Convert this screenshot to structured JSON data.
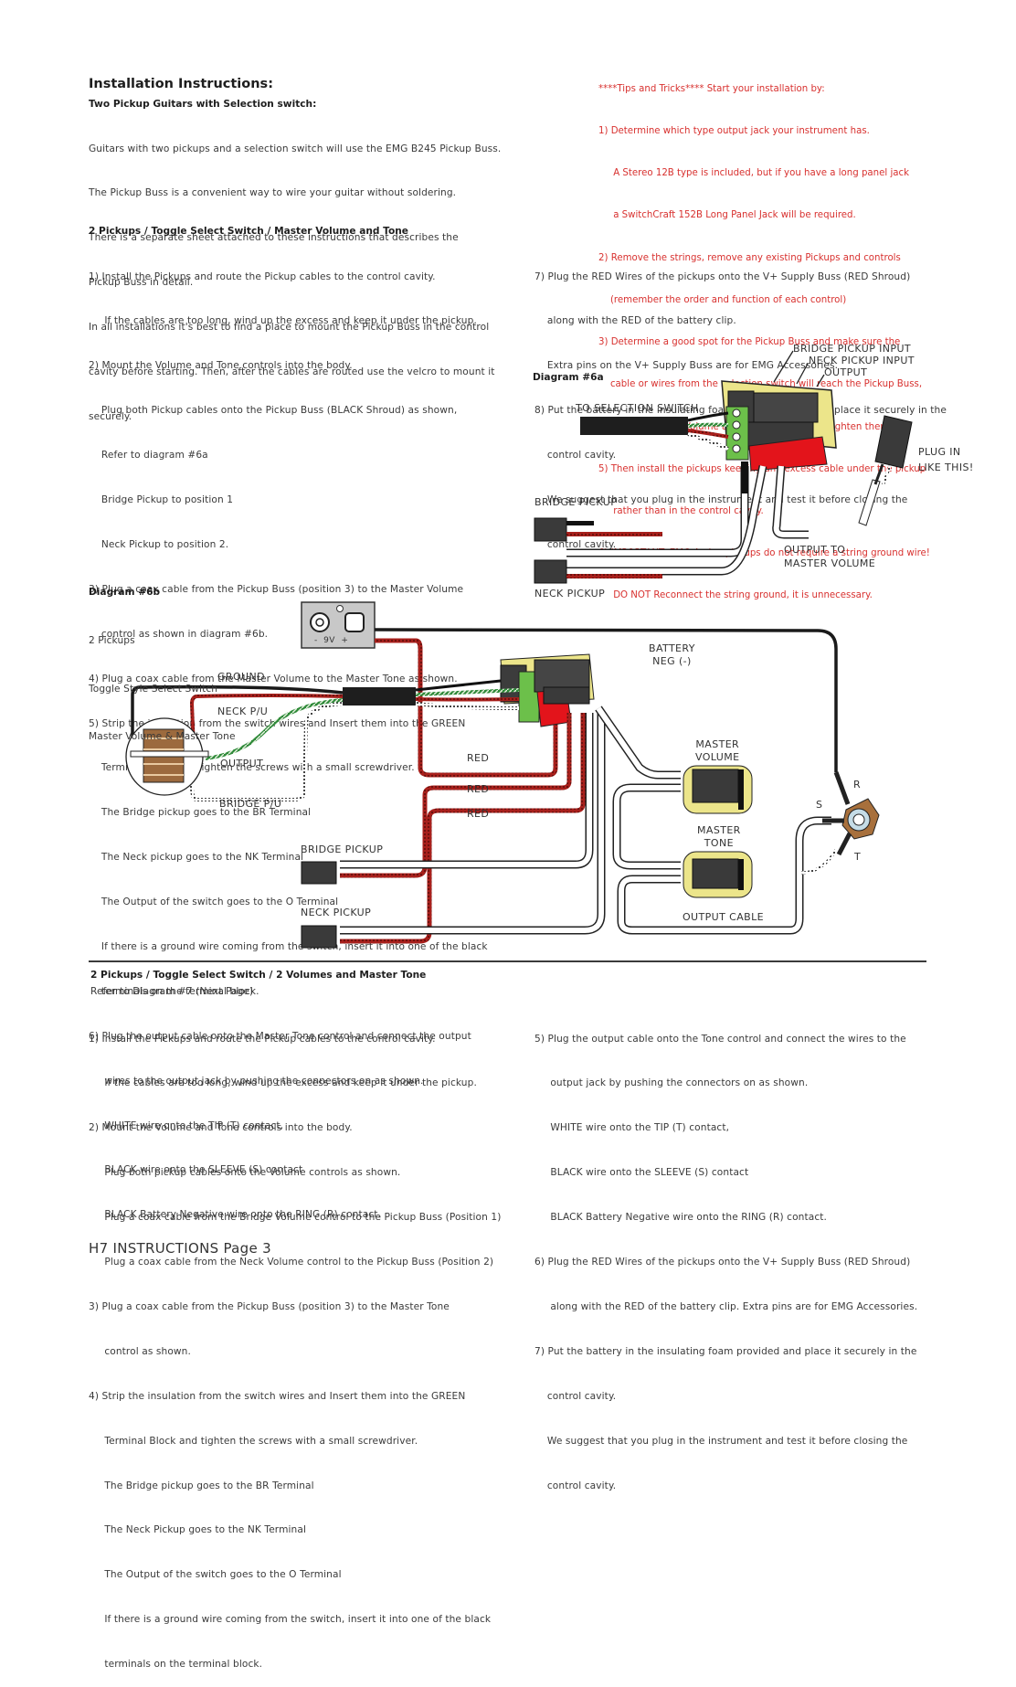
{
  "intro": {
    "title": "Installation Instructions:",
    "subtitle": "Two Pickup Guitars with Selection switch:",
    "lines": [
      "Guitars with two pickups and a selection switch will use the EMG B245 Pickup Buss.",
      "The Pickup Buss is a convenient way to wire your guitar without soldering.",
      "There is a separate sheet attached to these instructions that describes the",
      "Pickup Buss in detail.",
      "In all installations it's best to find a place to mount the Pickup Buss in the control",
      "cavity before starting. Then, after the cables are routed use the velcro to mount it",
      "securely."
    ]
  },
  "tips": {
    "lines": [
      "****Tips and Tricks**** Start your installation by:",
      "1) Determine which type output jack your instrument has.",
      "     A Stereo 12B type is included, but if you have a long panel jack",
      "     a SwitchCraft 152B Long Panel Jack will be required.",
      "2) Remove the strings, remove any existing Pickups and controls",
      "    (remember the order and function of each control)",
      "3) Determine a good spot for the Pickup Buss and make sure the",
      "    cable or wires from the selection switch will reach the Pickup Buss,",
      "4) Install the EMG Volume and Tone Controls and tighten them in.",
      "5) Then install the pickups keeping any excess cable under the pickup",
      "     rather than in the control cavity.",
      "6) IMPORTANT: EMG Active pickups do not require a string ground wire!",
      "     DO NOT Reconnect the string ground, it is unnecessary."
    ]
  },
  "section1": {
    "heading": "2 Pickups / Toggle Select Switch / Master Volume and Tone",
    "left_lines": [
      "1) Install the Pickups and route the Pickup cables to the control cavity.",
      "     If the cables are too long, wind up the excess and keep it under the pickup.",
      "2) Mount the Volume and Tone controls into the body.",
      "    Plug both Pickup cables onto the Pickup Buss (BLACK Shroud) as shown,",
      "    Refer to diagram #6a",
      "    Bridge Pickup to position 1",
      "    Neck Pickup to position 2.",
      "3) Plug a coax cable from the Pickup Buss (position 3) to the Master Volume",
      "    control as shown in diagram #6b.",
      "4) Plug a coax cable from the Master Volume to the Master Tone as shown.",
      "5) Strip the insulation from the switch wires and Insert them into the GREEN",
      "    Terminal Block and tighten the screws with a small screwdriver.",
      "    The Bridge pickup goes to the BR Terminal",
      "    The Neck pickup goes to the NK Terminal",
      "    The Output of the switch goes to the O Terminal",
      "    If there is a ground wire coming from the switch, insert it into one of the black",
      "    terminals on the terminal block.",
      "6) Plug the output cable onto the Master Tone control and connect the output",
      "     wires to the output jack by pushing the connectors on as shown.",
      "     WHITE wire onto the TIP (T) contact,",
      "     BLACK wire onto the SLEEVE (S) contact",
      "     BLACK Battery Negative wire onto the RING (R) contact."
    ],
    "right_lines": [
      "7) Plug the RED Wires of the pickups onto the V+ Supply Buss (RED Shroud)",
      "    along with the RED of the battery clip.",
      "    Extra pins on the V+ Supply Buss are for EMG Accessories.",
      "8) Put the battery in the insulating foam piece provided and place it securely in the",
      "    control cavity.",
      "    We suggest that you plug in the instrument and test it before closing the",
      "    control cavity."
    ]
  },
  "diagram6a": {
    "title": "Diagram #6a",
    "labels": {
      "bridge_input": "BRIDGE PICKUP INPUT",
      "neck_input": "NECK PICKUP INPUT",
      "output": "OUTPUT",
      "to_switch": "TO SELECTION SWITCH",
      "bridge_pickup": "BRIDGE PICKUP",
      "neck_pickup": "NECK PICKUP",
      "output_to_master": "OUTPUT TO\nMASTER VOLUME",
      "plug_in": "PLUG IN\nLIKE THIS!"
    }
  },
  "diagram6b": {
    "title": "Diagram #6b",
    "subtitle_lines": [
      "2 Pickups",
      "Toggle Style Select Switch",
      "Master Volume & Master Tone"
    ],
    "labels": {
      "battery": "-  9V  +",
      "ground": "GROUND",
      "neck_pu": "NECK P/U",
      "output": "OUTPUT",
      "bridge_pu": "BRIDGE P/U",
      "red1": "RED",
      "red2": "RED",
      "red3": "RED",
      "battery_neg": "BATTERY\nNEG (-)",
      "master_volume": "MASTER\nVOLUME",
      "master_tone": "MASTER\nTONE",
      "jack_r": "R",
      "jack_s": "S",
      "jack_t": "T",
      "output_cable": "OUTPUT CABLE",
      "bridge_pickup": "BRIDGE PICKUP",
      "neck_pickup": "NECK PICKUP"
    }
  },
  "section2": {
    "heading": "2 Pickups / Toggle Select Switch / 2  Volumes and Master Tone",
    "subheading": "Refer to Diagram #7 (Next Page)",
    "left_lines": [
      "1) Install the Pickups and route the Pickup cables to the control cavity.",
      "     If the cables are too long, wind up the excess and keep it under the pickup.",
      "2) Mount the Volume and Tone controls into the body.",
      "     Plug both pickup cables onto the Volume controls as shown.",
      "     Plug a coax cable from the Bridge Volume control to the Pickup Buss (Position 1)",
      "     Plug a coax cable from the Neck Volume control to the Pickup Buss (Position 2)",
      "3) Plug a coax cable from the Pickup Buss (position 3) to the Master Tone",
      "     control as shown.",
      "4) Strip the insulation from the switch wires and Insert them into the GREEN",
      "     Terminal Block and tighten the screws with a small screwdriver.",
      "     The Bridge pickup goes to the BR Terminal",
      "     The Neck Pickup goes to the NK Terminal",
      "     The Output of the switch goes to the O Terminal",
      "     If there is a ground wire coming from the switch, insert it into one of the black",
      "     terminals on the terminal block."
    ],
    "right_lines": [
      "5) Plug the output cable onto the Tone control and connect the wires to the",
      "     output jack by pushing the connectors on as shown.",
      "     WHITE wire onto the TIP (T) contact,",
      "     BLACK wire onto the SLEEVE (S) contact",
      "     BLACK Battery Negative wire onto the RING (R) contact.",
      "6) Plug the RED Wires of the pickups onto the V+ Supply Buss (RED Shroud)",
      "     along with the RED of the battery clip. Extra pins are for EMG Accessories.",
      "7) Put the battery in the insulating foam provided and place it securely in the",
      "    control cavity.",
      "    We suggest that you plug in the instrument and test it before closing the",
      "    control cavity."
    ]
  },
  "footer": {
    "page_label": "H7 INSTRUCTIONS Page 3"
  },
  "colors": {
    "tips_red": "#d8312f",
    "wire_red": "#a8201c",
    "board_yellow": "#ece58a",
    "terminal_green": "#6cc04a",
    "shroud_red": "#e3141b"
  }
}
